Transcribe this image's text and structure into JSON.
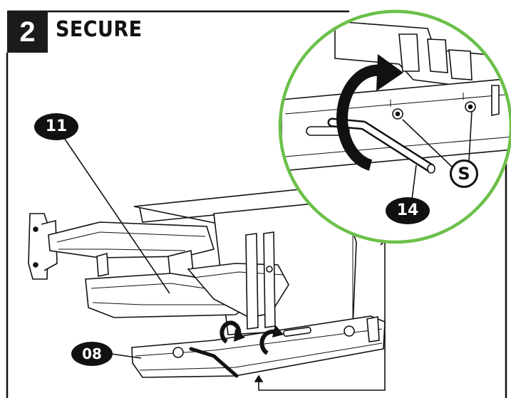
{
  "step": {
    "number": "2",
    "title": "SECURE"
  },
  "callouts": {
    "part_11": "11",
    "part_08": "08",
    "part_14": "14",
    "spacer": "S"
  },
  "colors": {
    "ink": "#111111",
    "badge": "#1b1b1b",
    "zoom_ring": "#6cc04a",
    "paper": "#ffffff"
  },
  "icons": [
    "rotate-arrow-icon",
    "hex-key-icon",
    "screw-icon"
  ]
}
